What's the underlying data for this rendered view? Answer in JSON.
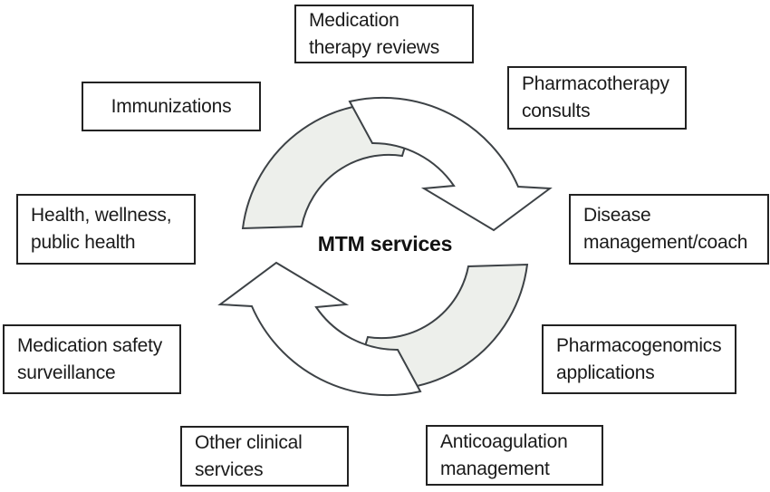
{
  "diagram": {
    "center_label": "MTM services",
    "colors": {
      "background": "#ffffff",
      "band_fill": "#edefeb",
      "arrow_fill": "#ffffff",
      "arrow_stroke": "#3d4246",
      "box_border": "#222222",
      "text": "#1a1a1a"
    },
    "nodes": [
      {
        "id": "medication-therapy-reviews",
        "lines": [
          "Medication",
          "therapy reviews"
        ]
      },
      {
        "id": "pharmacotherapy-consults",
        "lines": [
          "Pharmacotherapy",
          "consults"
        ]
      },
      {
        "id": "immunizations",
        "lines": [
          "Immunizations"
        ]
      },
      {
        "id": "health-wellness-public-health",
        "lines": [
          "Health, wellness,",
          "public health"
        ]
      },
      {
        "id": "disease-management-coach",
        "lines": [
          "Disease",
          "management/coach"
        ]
      },
      {
        "id": "medication-safety-surveillance",
        "lines": [
          "Medication safety",
          "surveillance"
        ]
      },
      {
        "id": "pharmacogenomics-applications",
        "lines": [
          "Pharmacogenomics",
          "applications"
        ]
      },
      {
        "id": "other-clinical-services",
        "lines": [
          "Other clinical",
          "services"
        ]
      },
      {
        "id": "anticoagulation-management",
        "lines": [
          "Anticoagulation",
          "management"
        ]
      }
    ]
  }
}
